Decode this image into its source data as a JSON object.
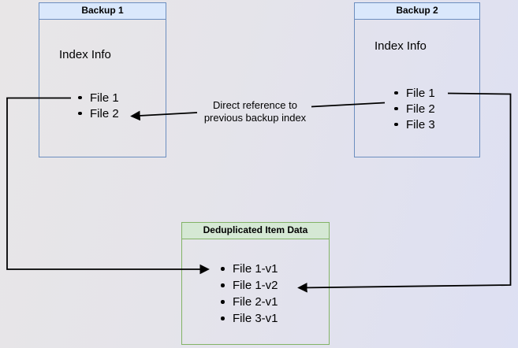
{
  "backup1": {
    "title": "Backup 1",
    "subtitle": "Index Info",
    "items": [
      "File 1",
      "File 2"
    ]
  },
  "backup2": {
    "title": "Backup 2",
    "subtitle": "Index Info",
    "items": [
      "File 1",
      "File 2",
      "File 3"
    ]
  },
  "dedup": {
    "title": "Deduplicated Item Data",
    "items": [
      "File 1-v1",
      "File 1-v2",
      "File 2-v1",
      "File 3-v1"
    ]
  },
  "annotation": {
    "line1": "Direct reference to",
    "line2": "previous backup index"
  },
  "colors": {
    "blue_border": "#6c8ebf",
    "blue_header_fill": "#dae8fc",
    "green_border": "#82b366",
    "green_header_fill": "#d5e8d4",
    "arrow": "#000000",
    "text": "#000000"
  }
}
